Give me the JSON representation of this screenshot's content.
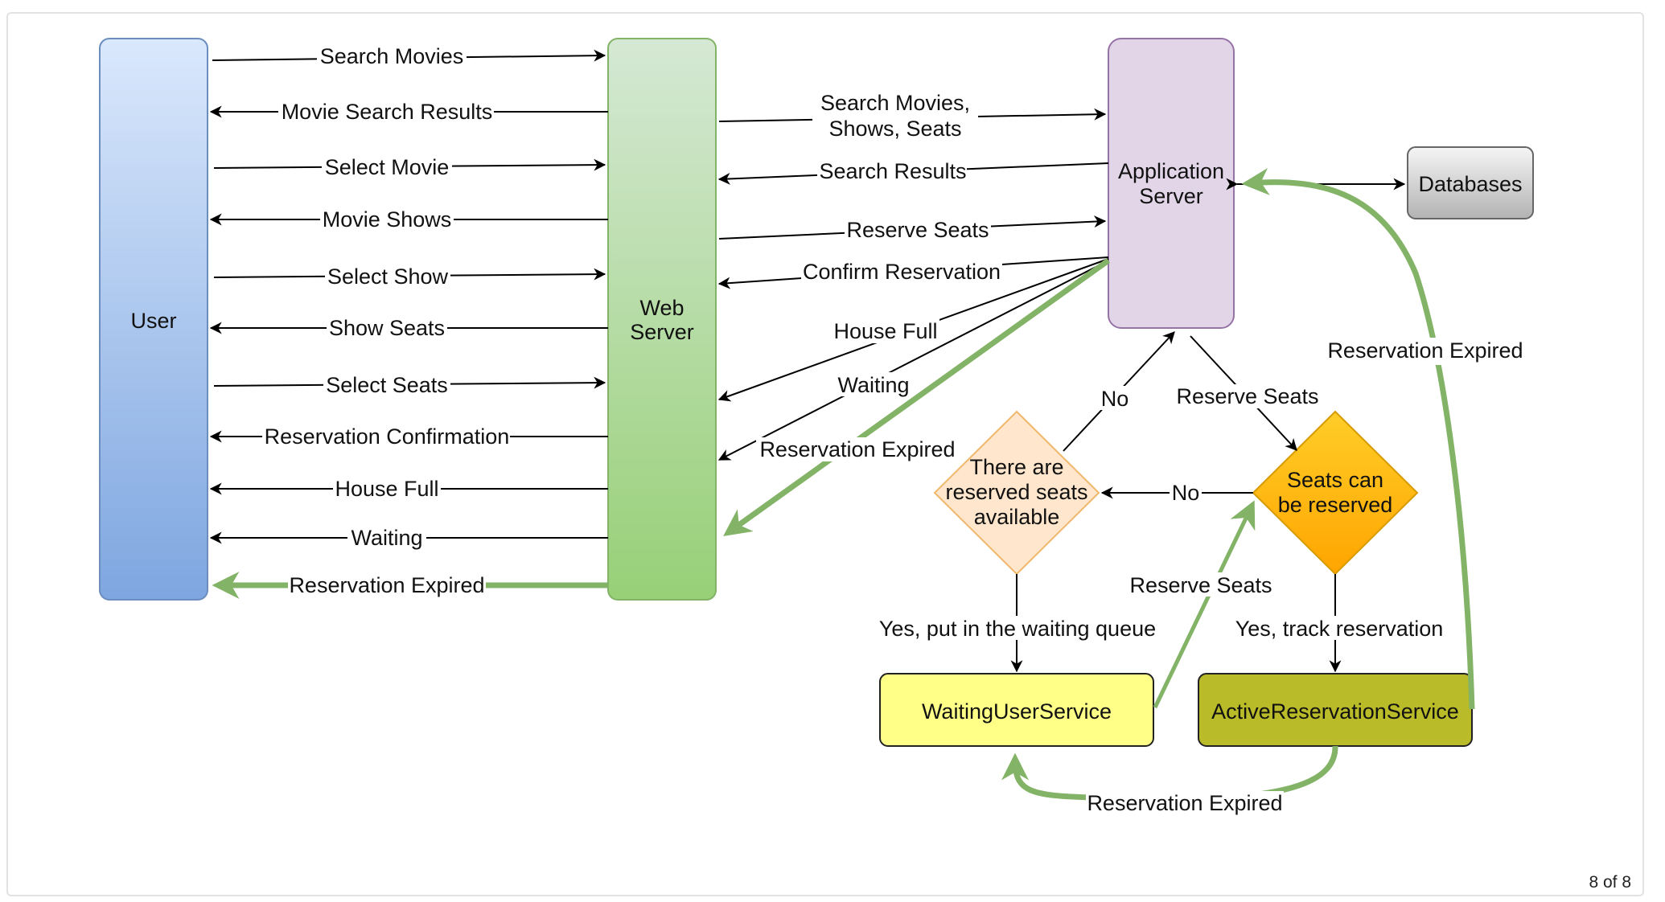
{
  "nodes": {
    "user": "User",
    "web_server": [
      "Web",
      "Server"
    ],
    "app_server": [
      "Application",
      "Server"
    ],
    "databases": "Databases",
    "reserved_available": [
      "There are",
      "reserved seats",
      "available"
    ],
    "seats_can_be_reserved": [
      "Seats can",
      "be reserved"
    ],
    "waiting_user_service": "WaitingUserService",
    "active_reservation_service": "ActiveReservationService"
  },
  "edges": {
    "search_movies": "Search Movies",
    "movie_search_results": "Movie Search Results",
    "select_movie": "Select Movie",
    "movie_shows": "Movie Shows",
    "select_show": "Select Show",
    "show_seats": "Show Seats",
    "select_seats": "Select Seats",
    "reservation_confirmation": "Reservation Confirmation",
    "house_full": "House Full",
    "waiting": "Waiting",
    "reservation_expired": "Reservation Expired",
    "ws_search": [
      "Search Movies,",
      "Shows, Seats"
    ],
    "search_results": "Search Results",
    "reserve_seats": "Reserve Seats",
    "confirm_reservation": "Confirm Reservation",
    "no": "No",
    "yes_waiting_queue": "Yes, put in the waiting queue",
    "yes_track_reservation": "Yes, track reservation"
  },
  "pager": "8 of 8",
  "colors": {
    "user_fill_top": "#dae8fc",
    "user_fill_bottom": "#7ea6e0",
    "user_stroke": "#6c8ebf",
    "web_fill_top": "#d5e8d4",
    "web_fill_bottom": "#97d077",
    "web_stroke": "#82b366",
    "app_fill": "#e1d5e7",
    "app_stroke": "#9673a6",
    "db_fill_top": "#f5f5f5",
    "db_fill_bottom": "#b3b3b3",
    "db_stroke": "#666666",
    "diamond_light_fill": "#ffe6cc",
    "diamond_light_stroke": "#f0b86c",
    "diamond_orange_top": "#ffcd28",
    "diamond_orange_bottom": "#ffa500",
    "diamond_orange_stroke": "#d79b00",
    "waiting_fill": "#ffff88",
    "active_fill": "#b9bb28",
    "green_arrow": "#82b366"
  }
}
